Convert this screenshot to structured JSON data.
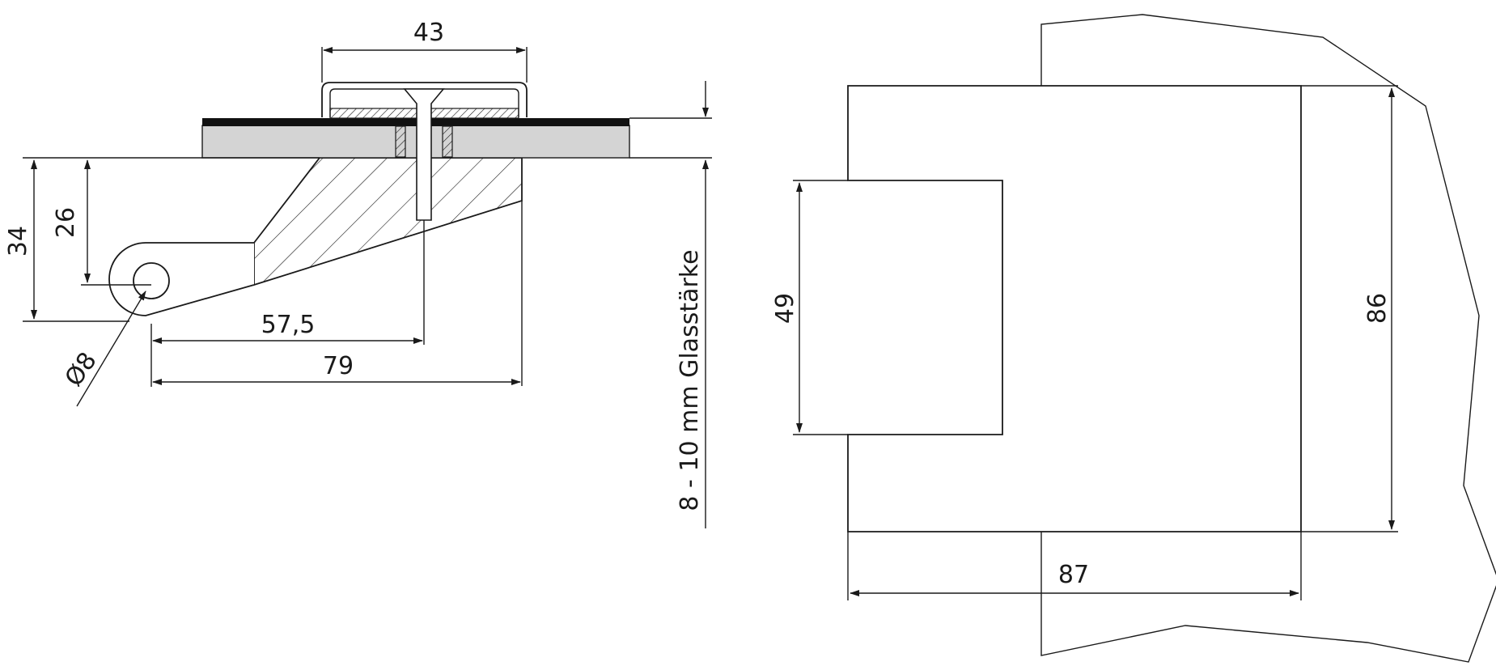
{
  "side_view": {
    "dim_top_width": "43",
    "dim_height_total": "34",
    "dim_height_pivot": "26",
    "dim_length_to_screw": "57,5",
    "dim_length_total": "79",
    "dim_pivot_diameter": "Ø8",
    "glass_thickness_note": "8 - 10 mm Glasstärke"
  },
  "front_view": {
    "dim_cutout_height": "49",
    "dim_plate_height": "86",
    "dim_plate_width": "87"
  },
  "colors": {
    "line": "#1a1a1a",
    "glass": "#d4d4d4",
    "gasket": "#111111",
    "background": "#ffffff"
  }
}
